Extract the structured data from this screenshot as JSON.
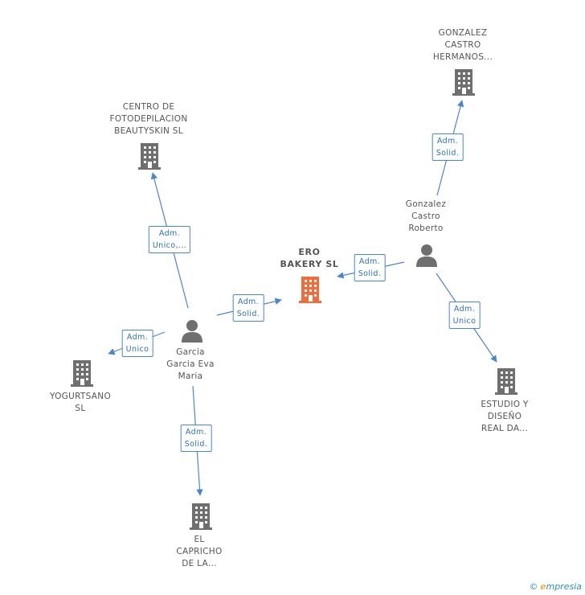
{
  "nodes": {
    "ero_bakery": {
      "lines": [
        "ERO",
        "BAKERY SL"
      ],
      "type": "company-main",
      "color": "#f26b3a"
    },
    "gonzalez_castro_hermanos": {
      "lines": [
        "GONZALEZ",
        "CASTRO",
        "HERMANOS..."
      ],
      "type": "company"
    },
    "centro_fotodepilacion": {
      "lines": [
        "CENTRO DE",
        "FOTODEPILACION",
        "BEAUTYSKIN SL"
      ],
      "type": "company"
    },
    "gonzalez_castro_roberto": {
      "lines": [
        "Gonzalez",
        "Castro",
        "Roberto"
      ],
      "type": "person"
    },
    "garcia_garcia_eva": {
      "lines": [
        "Garcia",
        "Garcia Eva",
        "Maria"
      ],
      "type": "person"
    },
    "yogurtsano": {
      "lines": [
        "YOGURTSANO",
        "SL"
      ],
      "type": "company"
    },
    "estudio_diseno": {
      "lines": [
        "ESTUDIO Y",
        "DISEÑO",
        "REAL DA..."
      ],
      "type": "company"
    },
    "el_capricho": {
      "lines": [
        "EL",
        "CAPRICHO",
        "DE LA..."
      ],
      "type": "company"
    }
  },
  "relations": {
    "roberto_hermanos": [
      "Adm.",
      "Solid."
    ],
    "eva_centro": [
      "Adm.",
      "Unico,..."
    ],
    "roberto_ero": [
      "Adm.",
      "Solid."
    ],
    "eva_ero": [
      "Adm.",
      "Solid."
    ],
    "roberto_estudio": [
      "Adm.",
      "Unico"
    ],
    "eva_yogurtsano": [
      "Adm.",
      "Unico"
    ],
    "eva_capricho": [
      "Adm.",
      "Solid."
    ]
  },
  "colors": {
    "edge": "#4a86d0",
    "icon": "#6f6f6f",
    "main_icon": "#f26b3a",
    "label_text": "#555555"
  },
  "footer": {
    "copyright": "©",
    "brand_initial": "e",
    "brand_rest": "mpresia"
  }
}
